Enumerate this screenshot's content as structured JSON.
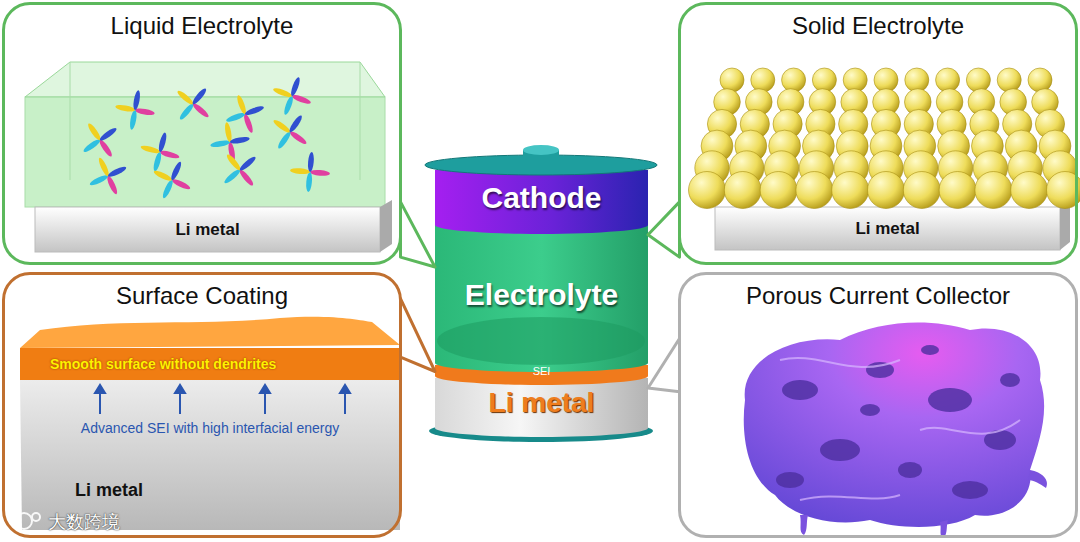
{
  "diagram": {
    "nodes": [
      {
        "text": [
          "Liquid Electrolyte"
        ]
      },
      {
        "text": [
          "Li metal"
        ],
        "in": 0
      },
      {
        "text": [
          "Solid Electrolyte"
        ]
      },
      {
        "text": [
          "Li metal"
        ],
        "in": 2
      },
      {
        "text": [
          "Cathode"
        ]
      },
      {
        "text": [
          "Electrolyte"
        ]
      },
      {
        "text": [
          "SEI"
        ]
      },
      {
        "text": [
          "Li metal"
        ]
      },
      {
        "text": [
          "Surface Coating"
        ]
      },
      {
        "text": [
          "Smooth surface without dendrites"
        ],
        "in": 8
      },
      {
        "text": [
          "Advanced SEI with high interfacial energy",
          "Li metal"
        ],
        "in": 8
      },
      {
        "text": [
          "Porous Current Collector"
        ]
      }
    ],
    "edges": [
      {
        "from": 0,
        "to": 5,
        "arrow": "none"
      },
      {
        "from": 2,
        "to": 5,
        "arrow": "none"
      },
      {
        "from": 8,
        "to": 6,
        "arrow": "none"
      },
      {
        "from": 11,
        "to": 7,
        "arrow": "none"
      }
    ],
    "labels": [
      "大数跨境"
    ]
  }
}
